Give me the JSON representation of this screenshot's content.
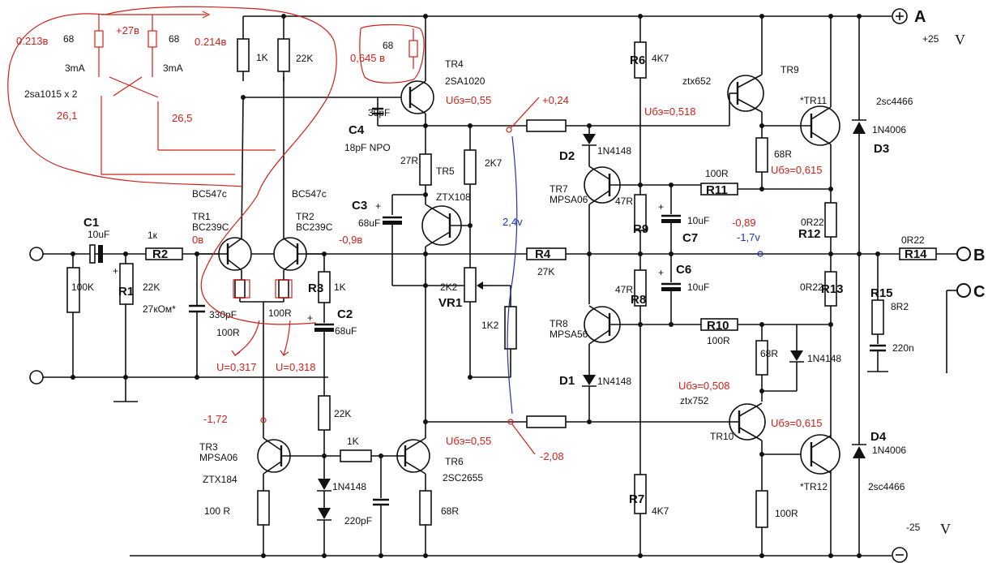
{
  "rails": {
    "terminal_a": "A",
    "terminal_b": "B",
    "terminal_c": "C",
    "pos_voltage": "+25",
    "neg_voltage": "-25",
    "v_unit": "V"
  },
  "labels": {
    "c1": "C1",
    "c1_val": "10uF",
    "r2": "R2",
    "r2_val": "1к",
    "r1": "R1",
    "r1_val": "22K",
    "r_100k": "100K",
    "r1_note": "27кОм*",
    "c_330": "330pF",
    "tr1_name": "TR1",
    "tr1_part": "BC239C",
    "tr1_sub": "BC547c",
    "tr2_name": "TR2",
    "tr2_part": "BC239C",
    "tr2_sub": "BC547c",
    "r_100r_a": "100R",
    "r_100r_b": "100R",
    "r3": "R3",
    "r3_val": "1K",
    "c2": "C2",
    "c2_val": "68uF",
    "r_22k": "22K",
    "r_1k_mid": "1K",
    "r_1k_top": "1K",
    "r_22k_top": "22K",
    "tr3_name": "TR3",
    "tr3_part": "MPSA06",
    "tr3_sub": "ZTX184",
    "tr3_res": "100 R",
    "diode_mid": "1N4148",
    "c_220": "220pF",
    "tr4_name": "TR4",
    "tr4_part": "2SA1020",
    "c4": "C4",
    "c4_val": "39pF",
    "c4_sub": "18pF NPO",
    "r_27r": "27R",
    "c3": "C3",
    "c3_val": "68uF",
    "tr5_name": "TR5",
    "tr5_part": "ZTX108",
    "r_2k7": "2K7",
    "vr1": "VR1",
    "vr1_val": "2K2",
    "r_1k2": "1K2",
    "tr6_name": "TR6",
    "tr6_part": "2SC2655",
    "tr6_res": "68R",
    "r4": "R4",
    "r4_val": "27K",
    "d2": "D2",
    "d2_val": "1N4148",
    "d1": "D1",
    "d1_val": "1N4148",
    "tr7_name": "TR7",
    "tr7_part": "MPSA06",
    "tr8_name": "TR8",
    "tr8_part": "MPSA56",
    "r6": "R6",
    "r6_val": "4K7",
    "r7": "R7",
    "r7_val": "4K7",
    "r9": "R9",
    "r9_val": "47R",
    "r8": "R8",
    "r8_val": "47R",
    "c7": "C7",
    "c7_val": "10uF",
    "c6": "C6",
    "c6_val": "10uF",
    "r11": "R11",
    "r11_val": "100R",
    "r10": "R10",
    "r10_val": "100R",
    "tr9_name": "TR9",
    "tr9_part": "ztx652",
    "tr10_name": "TR10",
    "tr10_part": "ztx752",
    "r_68r_top": "68R",
    "r_68r_bot": "68R",
    "tr11_name": "*TR11",
    "tr11_part": "2sc4466",
    "tr12_name": "*TR12",
    "tr12_part": "2sc4466",
    "r12": "R12",
    "r12_val": "0R22",
    "r13": "R13",
    "r13_val": "0R22",
    "r14": "R14",
    "r14_val": "0R22",
    "r15": "R15",
    "r15_val": "8R2",
    "c_220n": "220n",
    "d3": "D3",
    "d3_val": "1N4006",
    "d4": "D4",
    "d4_val": "1N4006",
    "diode_1n4148_r": "1N4148",
    "r_100r_right": "100R"
  },
  "annotations": {
    "v_013": "0.213в",
    "v_27": "+27в",
    "v_014": "0.214в",
    "r68_left": "68",
    "r68_right": "68",
    "ma_left": "3mA",
    "ma_right": "3mA",
    "pair_part": "2sa1015 x 2",
    "v_261": "26,1",
    "v_265": "26,5",
    "r68_top": "68",
    "v_0645": "0,645 в",
    "ube_tr4": "Uбэ=0,55",
    "v_024": "+0,24",
    "v_24": "2,4v",
    "ube_tr9": "Uбэ=0,518",
    "ube_tr11": "Uбэ=0,615",
    "v_089": "-0,89",
    "v_17": "-1,7v",
    "v_0": "0в",
    "v_09": "-0,9в",
    "u_0317": "U=0,317",
    "u_0318": "U=0,318",
    "v_172": "-1,72",
    "ube_tr6": "Uбэ=0,55",
    "v_208": "-2,08",
    "ube_tr10": "Uбэ=0,508",
    "ube_tr12": "Uбэ=0,615"
  }
}
